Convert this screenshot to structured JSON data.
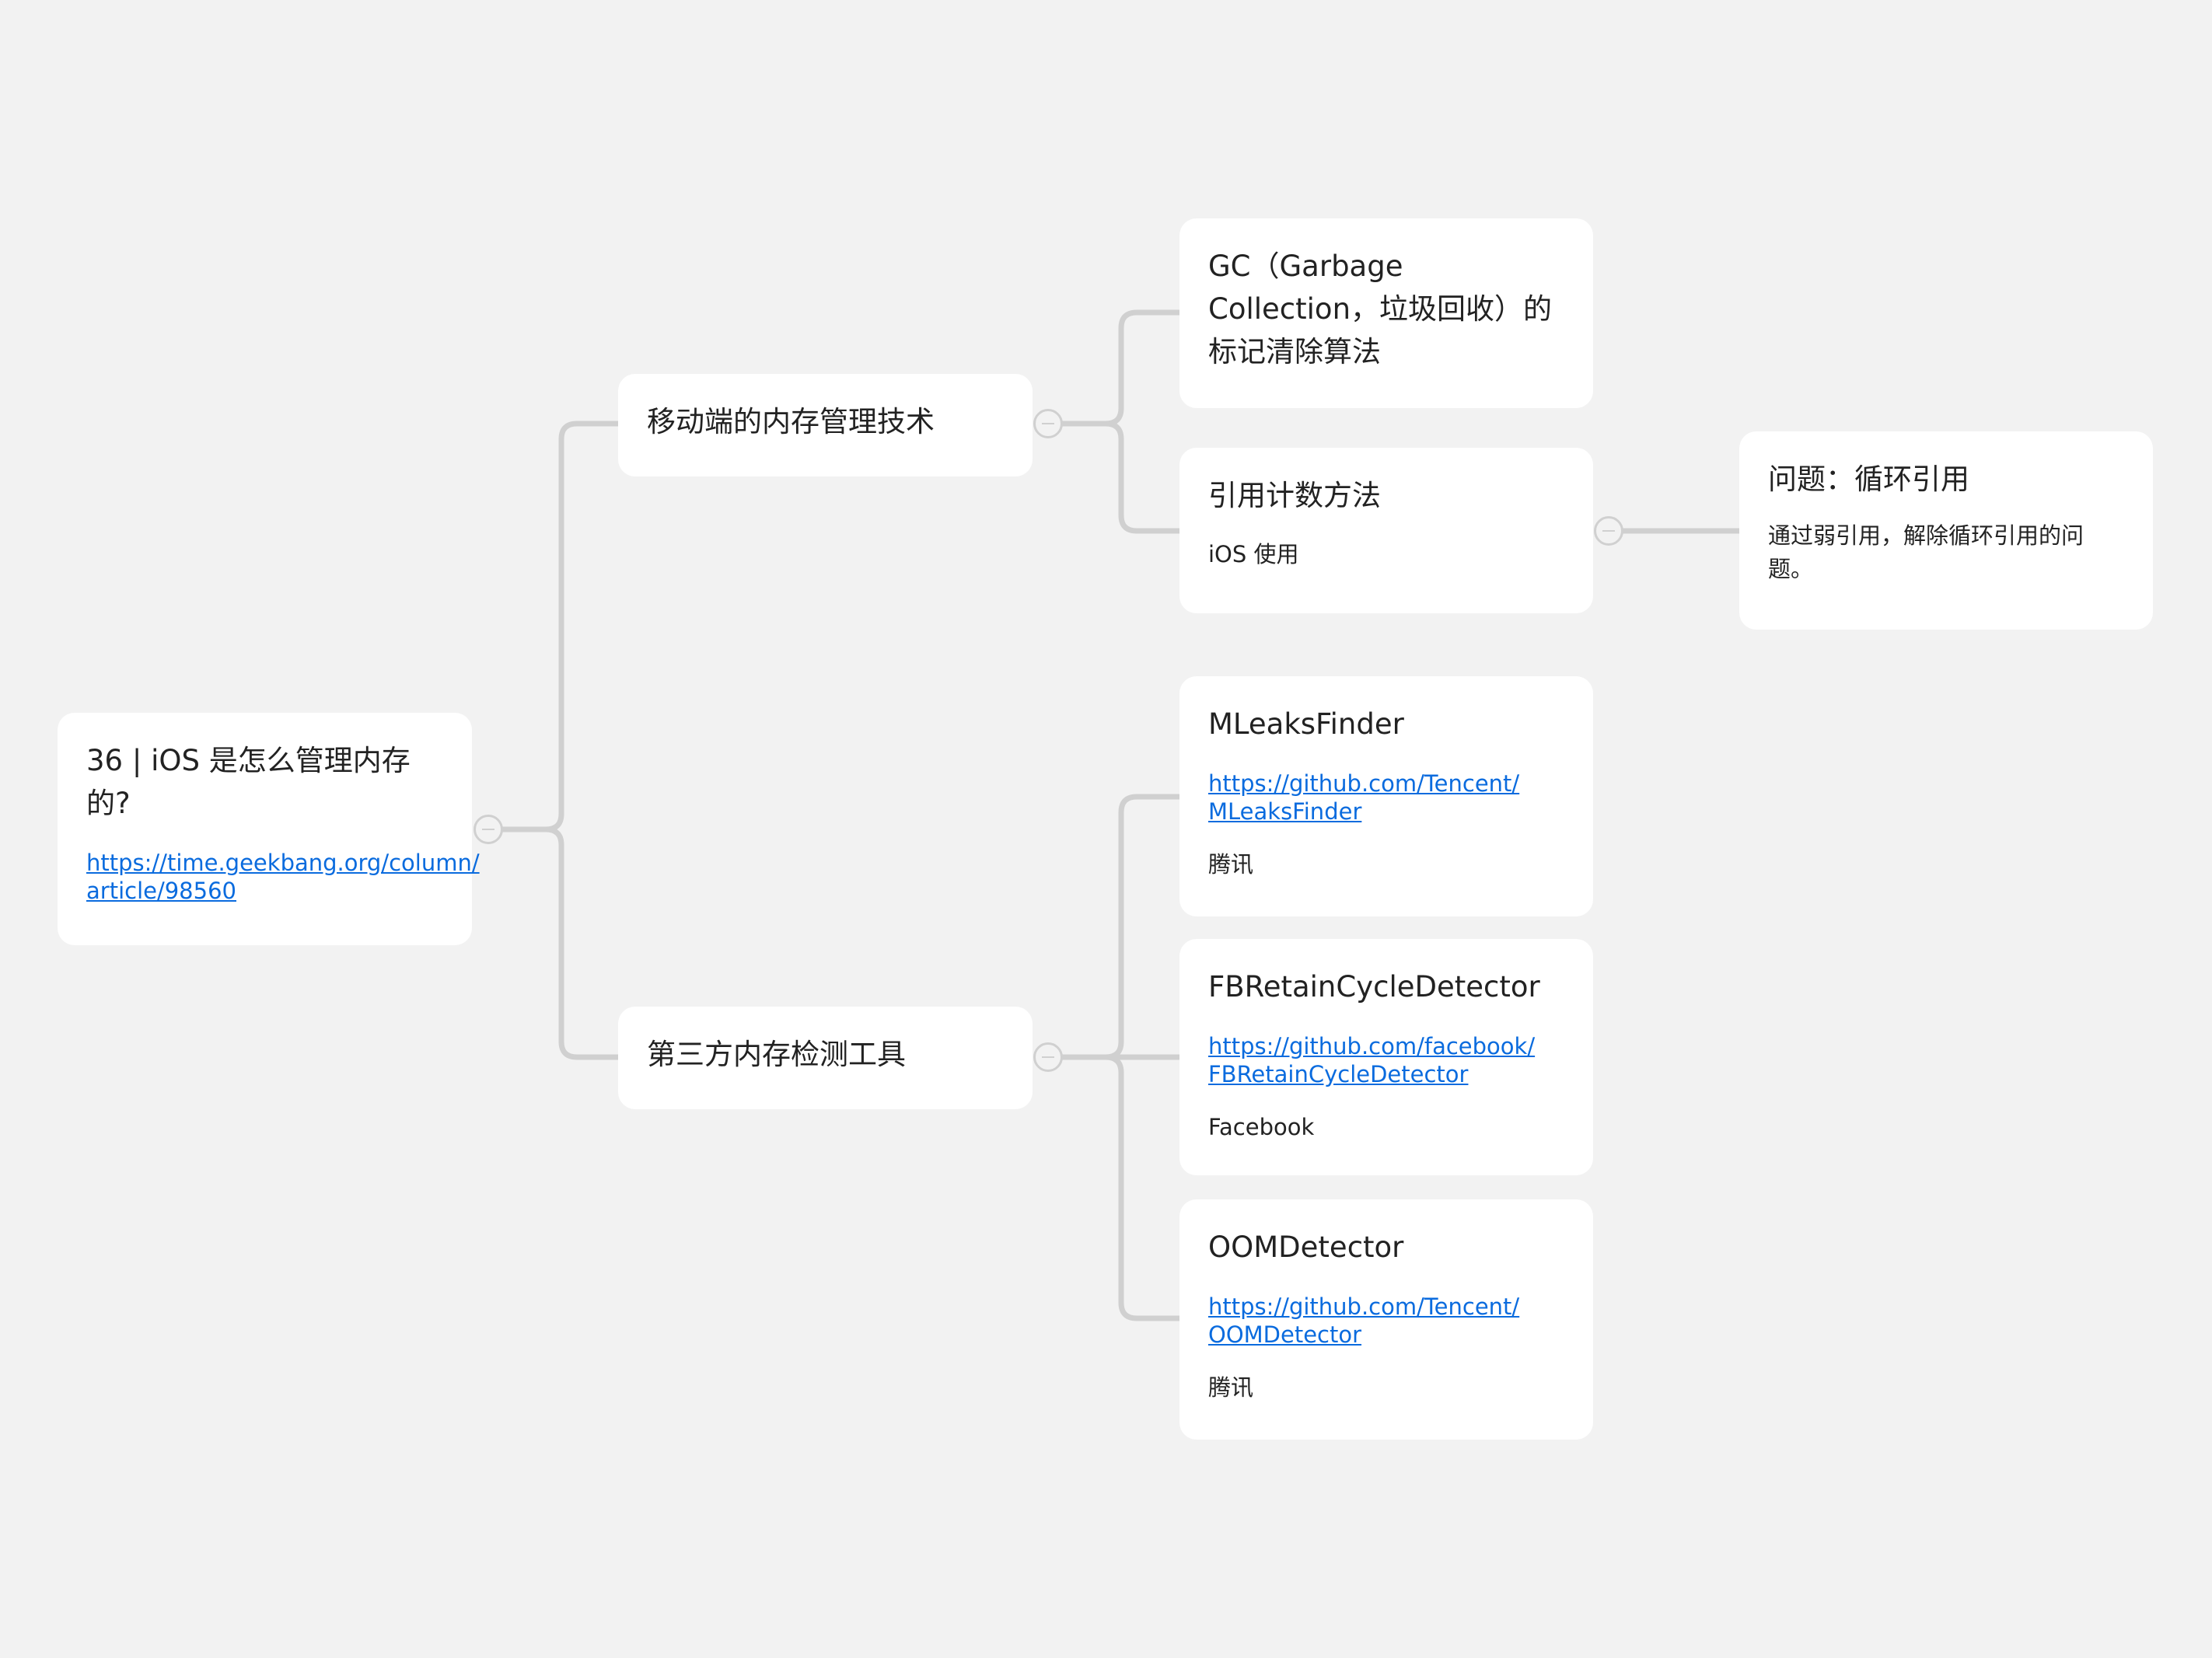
{
  "root": {
    "title": "36 | iOS 是怎么管理内存\n的?",
    "link": "https://time.geekbang.org/column/\narticle/98560"
  },
  "branch_memory_tech": {
    "title": "移动端的内存管理技术",
    "children": {
      "gc": {
        "title": "GC（Garbage\nCollection，垃圾回收）的\n标记清除算法"
      },
      "refcount": {
        "title": "引用计数方法",
        "note": "iOS 使用",
        "children": {
          "cycle": {
            "title": "问题：循环引用",
            "note": "通过弱引用，解除循环引用的问\n题。"
          }
        }
      }
    }
  },
  "branch_tools": {
    "title": "第三方内存检测工具",
    "children": {
      "mleaks": {
        "title": "MLeaksFinder",
        "link": "https://github.com/Tencent/\nMLeaksFinder",
        "note": "腾讯"
      },
      "fbretain": {
        "title": "FBRetainCycleDetector",
        "link": "https://github.com/facebook/\nFBRetainCycleDetector",
        "note": "Facebook"
      },
      "oom": {
        "title": "OOMDetector",
        "link": "https://github.com/Tencent/\nOOMDetector",
        "note": "腾讯"
      }
    }
  },
  "colors": {
    "background": "#f2f2f2",
    "node": "#ffffff",
    "connector": "#d0d0d0",
    "link": "#0a6bde",
    "text": "#222222"
  }
}
